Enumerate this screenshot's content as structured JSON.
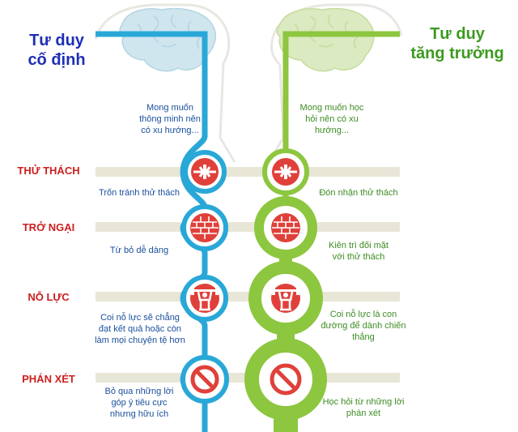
{
  "fixed_mindset": {
    "title": "Tư duy\ncố định",
    "belief": "Mong muốn\nthông minh nên\ncó xu hướng...",
    "color": "#29a8d8",
    "text_color": "#1a4f9c",
    "responses": [
      "Trốn tránh thử thách",
      "Từ bỏ dễ dàng",
      "Coi nỗ lực sẽ chẳng\nđạt kết quả hoặc còn\nlàm mọi chuyện tệ hơn",
      "Bỏ qua những lời\ngóp ý tiêu cực\nnhưng hữu ích"
    ]
  },
  "growth_mindset": {
    "title": "Tư duy\ntăng trưởng",
    "belief": "Mong muốn học\nhỏi nên có xu\nhướng...",
    "color": "#8dc63f",
    "text_color": "#3d8c23",
    "responses": [
      "Đón nhận thử thách",
      "Kiên trì đối mặt\nvới thử thách",
      "Coi nỗ lực là con\nđường để dành chiến\nthắng",
      "Học hỏi từ những lời\nphán xét"
    ]
  },
  "categories": [
    {
      "label": "THỬ THÁCH",
      "icon": "arrows-blocked-icon"
    },
    {
      "label": "TRỞ NGẠI",
      "icon": "brick-wall-icon"
    },
    {
      "label": "NỖ LỰC",
      "icon": "weightlifter-icon"
    },
    {
      "label": "PHÁN XÉT",
      "icon": "no-sign-icon"
    }
  ],
  "colors": {
    "icon_red": "#e0403a",
    "category_red": "#cc1f1f",
    "band": "#e8e6d6"
  }
}
